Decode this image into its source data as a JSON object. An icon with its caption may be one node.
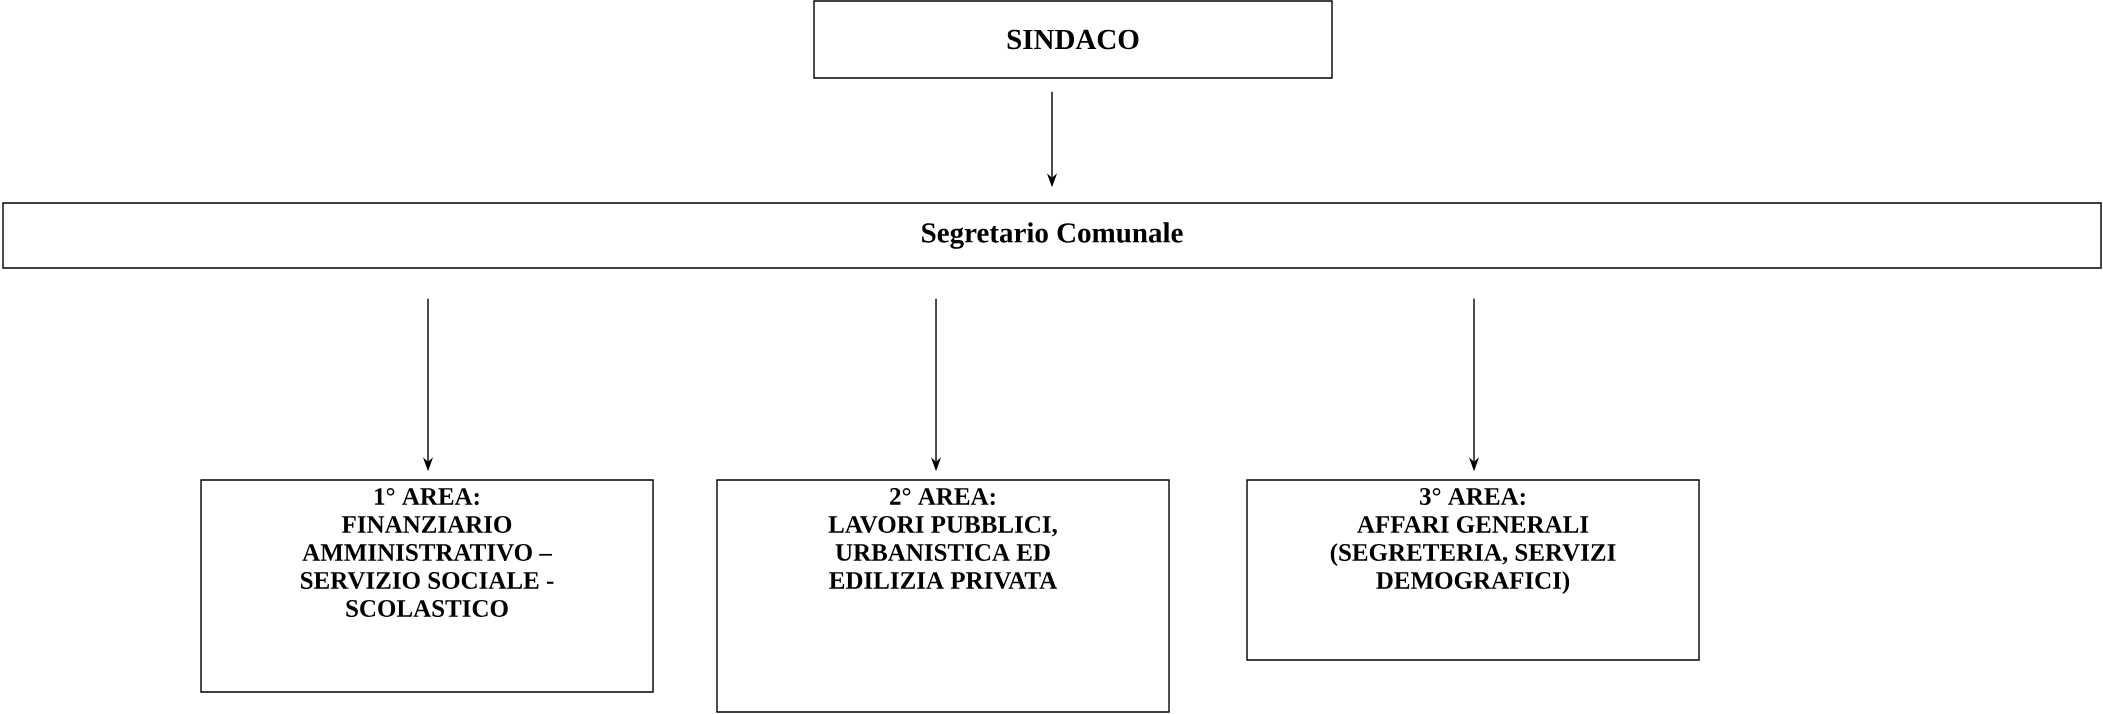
{
  "diagram": {
    "nodes": [
      {
        "text": [
          "SINDACO"
        ]
      },
      {
        "text": [
          "Segretario Comunale"
        ]
      },
      {
        "text": [
          "1° AREA:",
          "FINANZIARIO AMMINISTRATIVO – SERVIZIO SOCIALE - SCOLASTICO"
        ]
      },
      {
        "text": [
          "2° AREA:",
          "LAVORI PUBBLICI, URBANISTICA ED EDILIZIA PRIVATA"
        ]
      },
      {
        "text": [
          "3° AREA:",
          "AFFARI GENERALI (SEGRETERIA, SERVIZI DEMOGRAFICI)"
        ]
      }
    ],
    "edges": [
      {
        "from": 0,
        "to": 1,
        "arrow": "to"
      },
      {
        "from": 1,
        "to": 2,
        "arrow": "to"
      },
      {
        "from": 1,
        "to": 3,
        "arrow": "to"
      },
      {
        "from": 1,
        "to": 4,
        "arrow": "to"
      }
    ]
  }
}
